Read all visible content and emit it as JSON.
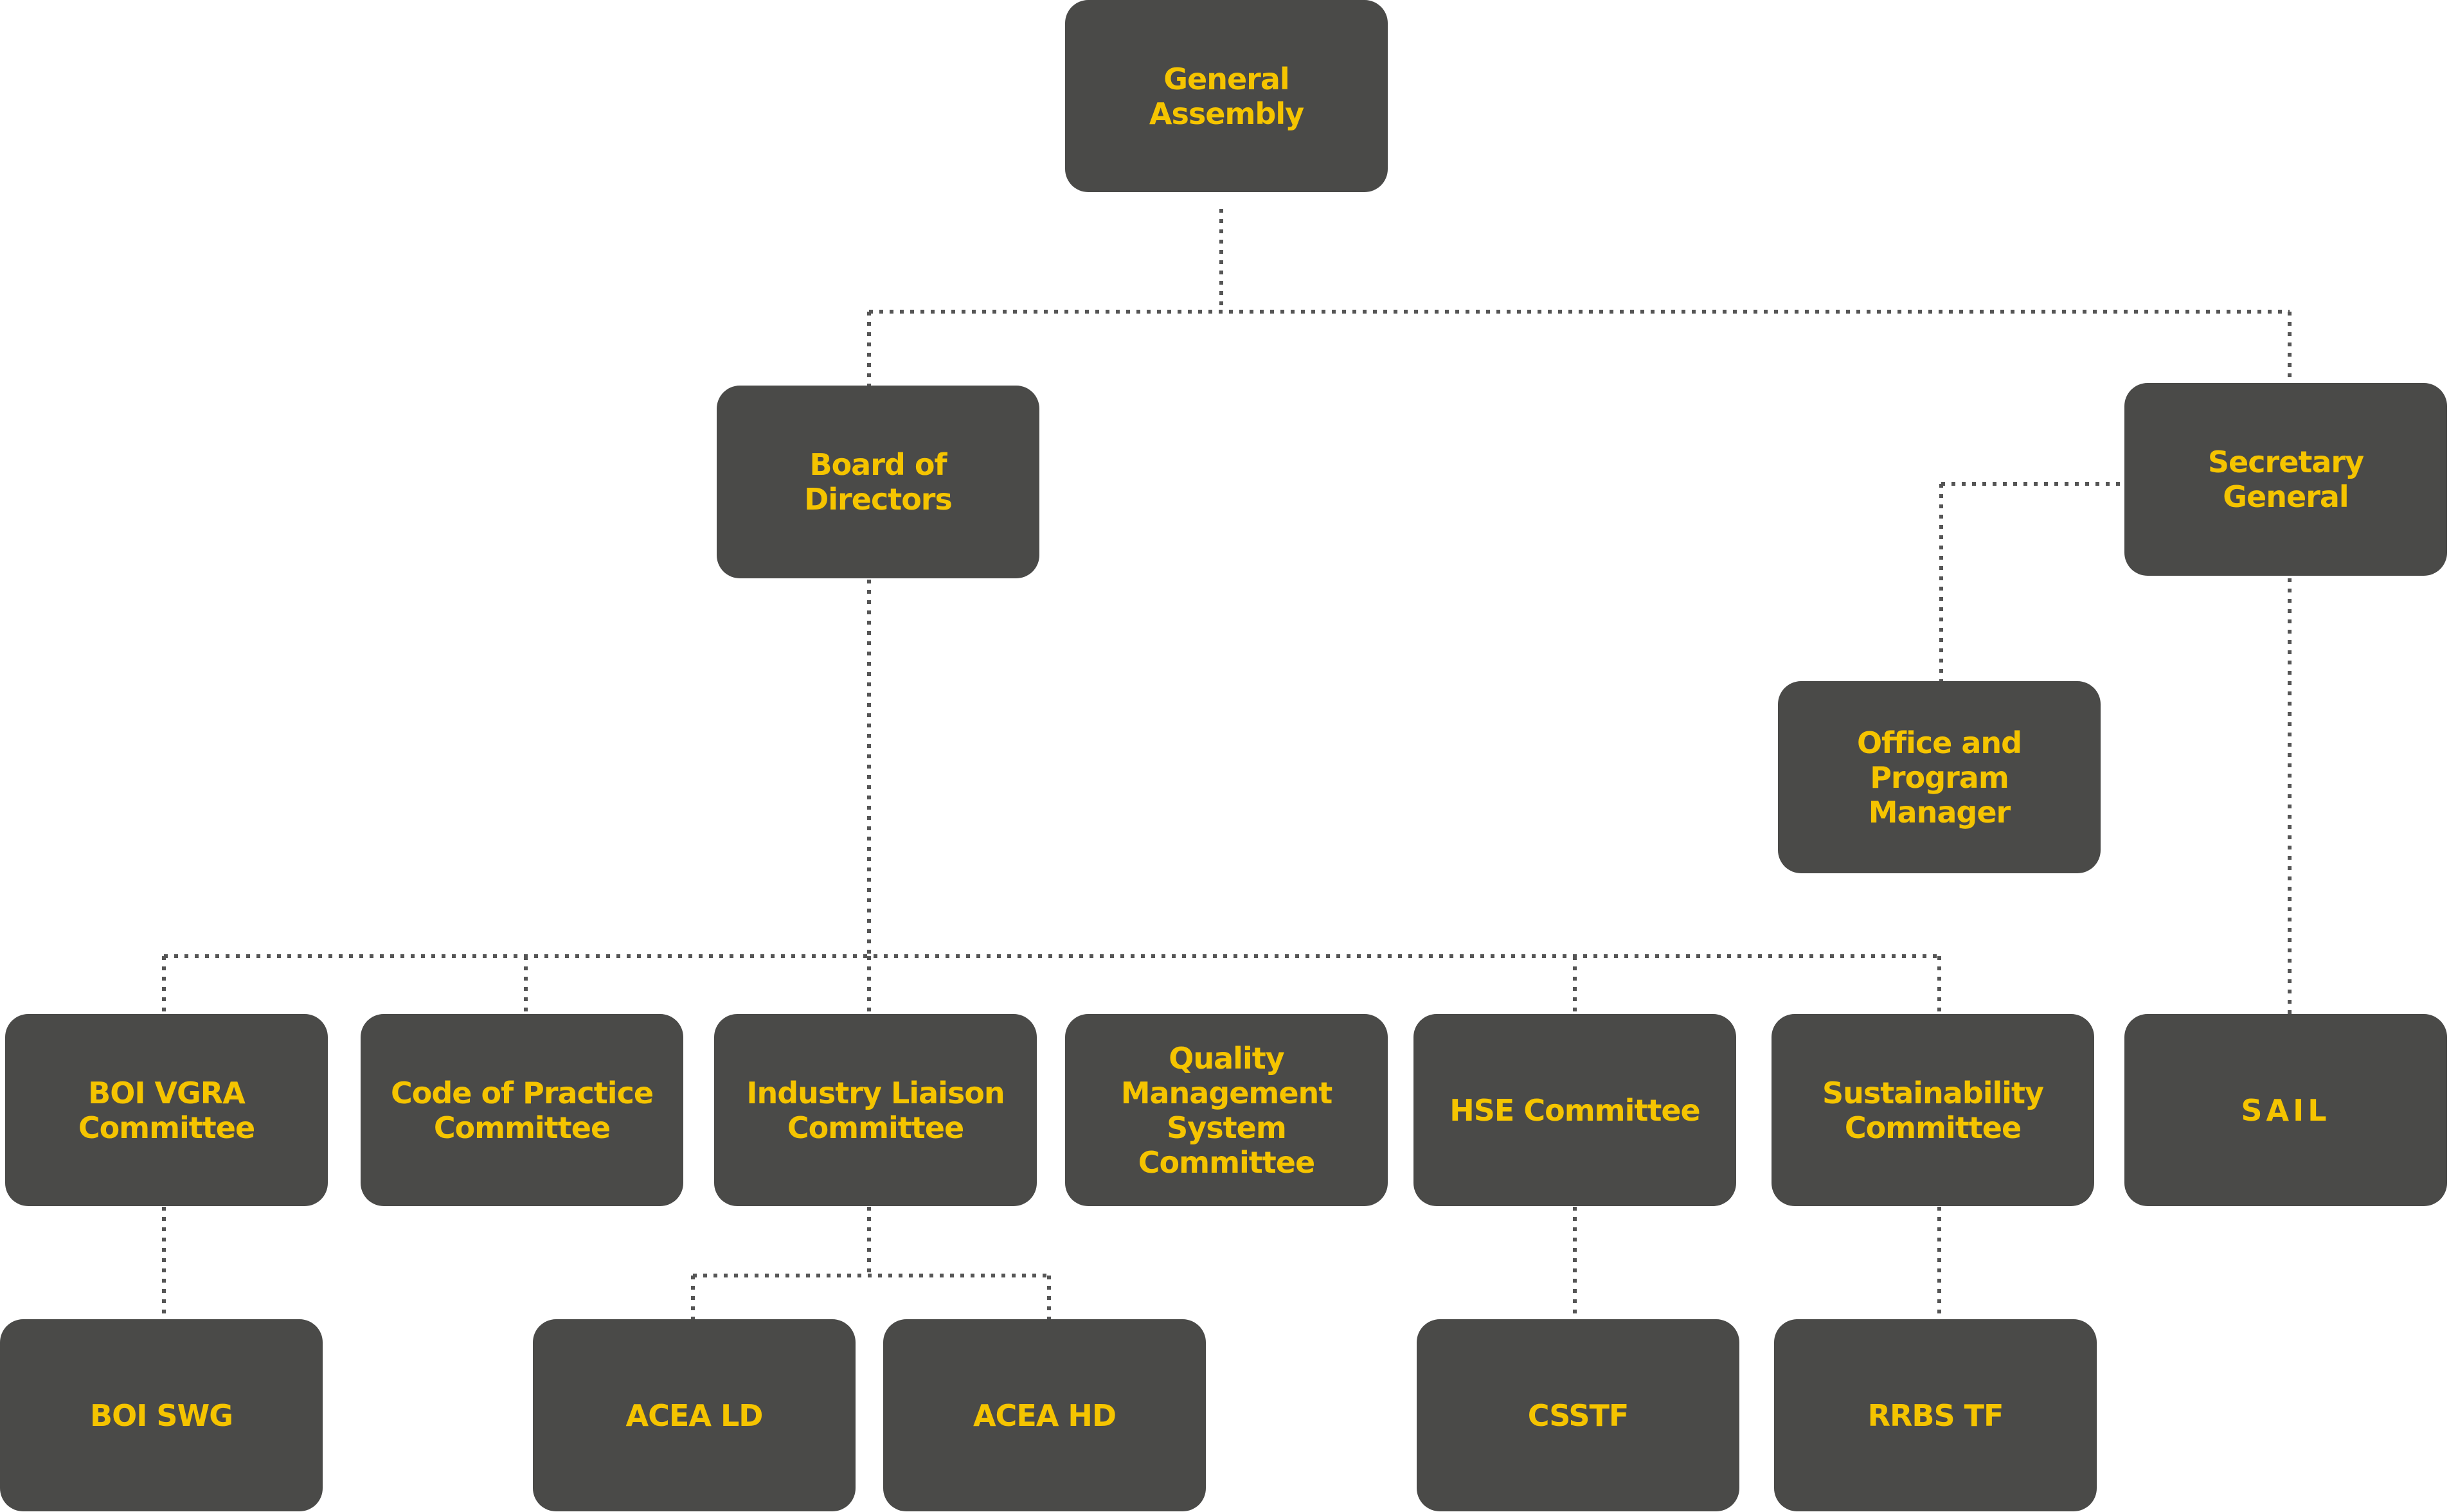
{
  "colors": {
    "node_fill": "#4a4a48",
    "node_text": "#f5c400",
    "connector": "#555555",
    "background": "#ffffff"
  },
  "connector_style": "dotted",
  "nodes": {
    "general_assembly": "General\nAssembly",
    "board_of_directors": "Board of\nDirectors",
    "secretary_general": "Secretary\nGeneral",
    "office_program_manager": "Office and\nProgram\nManager",
    "boi_vgra": "BOI VGRA\nCommittee",
    "code_of_practice": "Code of Practice\nCommittee",
    "industry_liaison": "Industry Liaison\nCommittee",
    "quality_management": "Quality\nManagement\nSystem\nCommittee",
    "hse": "HSE Committee",
    "sustainability": "Sustainability\nCommittee",
    "sail": "SAIL",
    "boi_swg": "BOI SWG",
    "acea_ld": "ACEA LD",
    "acea_hd": "ACEA HD",
    "csstf": "CSSTF",
    "rrbs_tf": "RRBS TF"
  }
}
